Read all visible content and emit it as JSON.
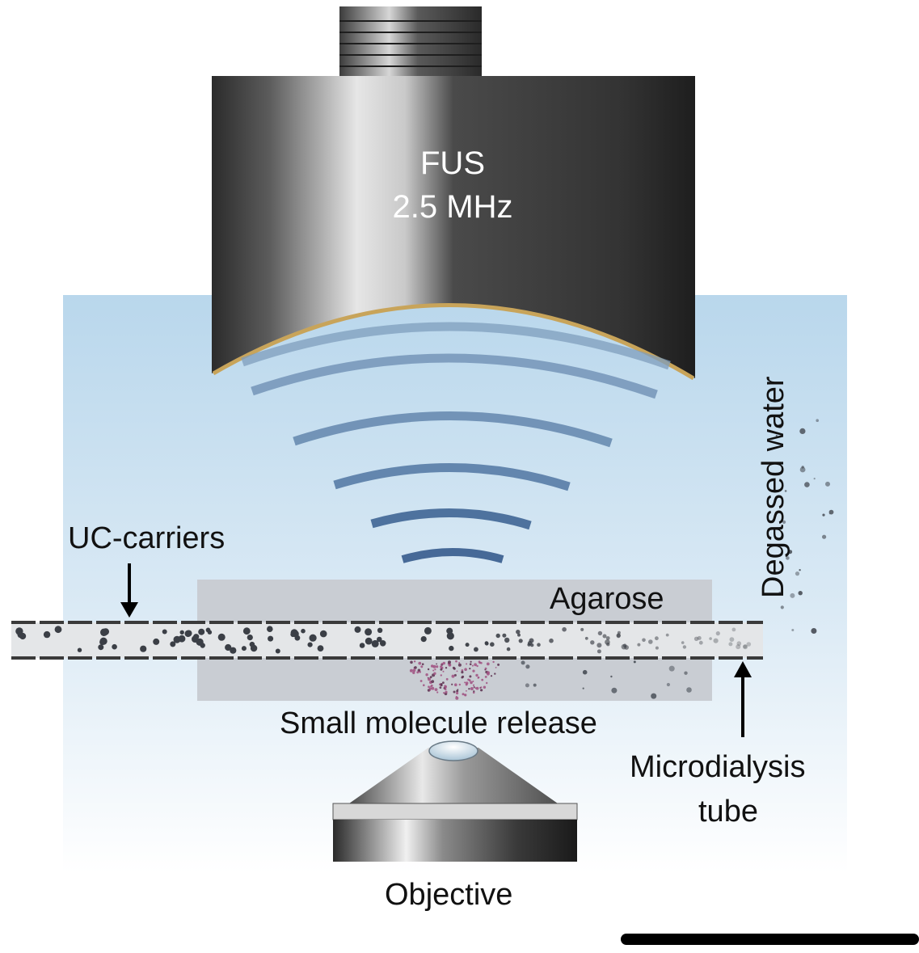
{
  "transducer": {
    "title": "FUS",
    "frequency": "2.5 MHz"
  },
  "labels": {
    "uc_carriers": "UC-carriers",
    "agarose": "Agarose",
    "degassed_water": "Degassed water",
    "small_molecule_release": "Small molecule release",
    "microdialysis_line1": "Microdialysis",
    "microdialysis_line2": "tube",
    "objective": "Objective"
  },
  "colors": {
    "water_top": "#b9d7ec",
    "water_bottom": "#ffffff",
    "transducer_dark": "#3a3a3a",
    "transducer_light": "#ececec",
    "lens_rim": "#c8a45a",
    "wave": "#4a6e9c",
    "agarose": "#c9cdd3",
    "tube": "#e4e6e8",
    "particles": "#3b3f46",
    "release": "#8a3d6a"
  },
  "icons": [
    "down-arrow-icon",
    "up-arrow-icon",
    "scale-bar"
  ]
}
